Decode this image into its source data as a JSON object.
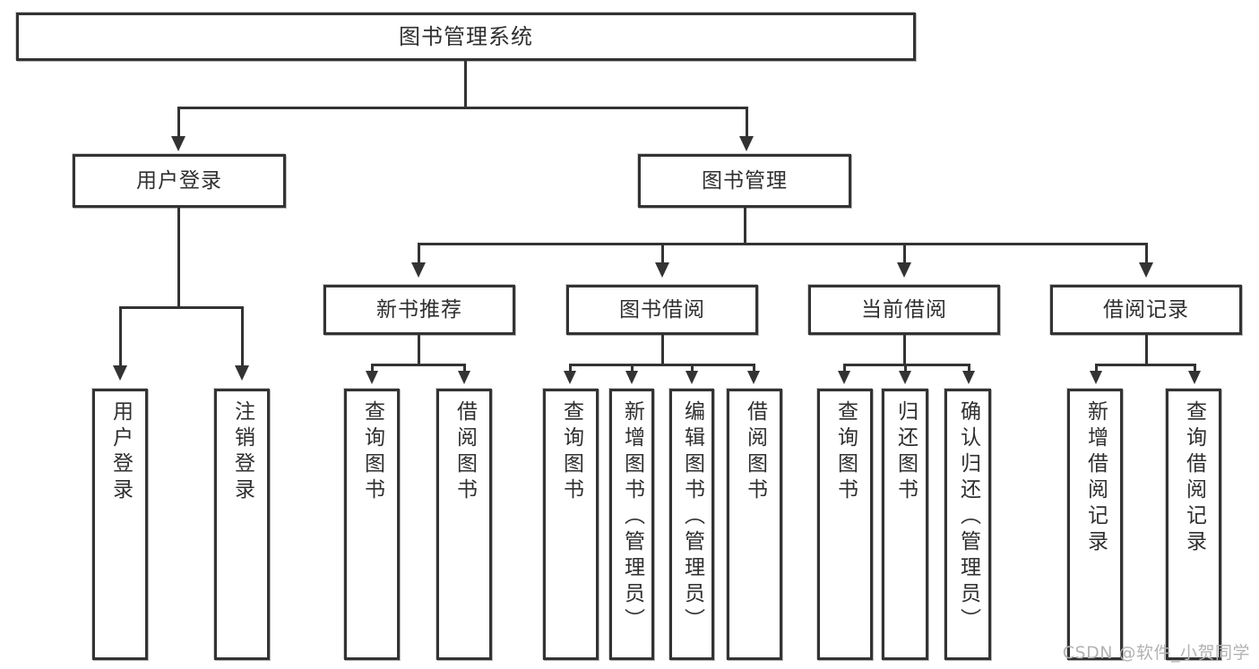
{
  "diagram": {
    "kind": "tree-hierarchy-chart",
    "root": {
      "label": "图书管理系统"
    },
    "level1": [
      {
        "label": "用户登录"
      },
      {
        "label": "图书管理"
      }
    ],
    "level2": [
      {
        "label": "新书推荐"
      },
      {
        "label": "图书借阅"
      },
      {
        "label": "当前借阅"
      },
      {
        "label": "借阅记录"
      }
    ],
    "leaves": {
      "user_login": [
        {
          "label": "用户登录"
        },
        {
          "label": "注销登录"
        }
      ],
      "new_book_recommend": [
        {
          "label": "查询图书"
        },
        {
          "label": "借阅图书"
        }
      ],
      "book_borrow": [
        {
          "label": "查询图书"
        },
        {
          "label": "新增图书（管理员）"
        },
        {
          "label": "编辑图书（管理员）"
        },
        {
          "label": "借阅图书"
        }
      ],
      "current_borrow": [
        {
          "label": "查询图书"
        },
        {
          "label": "归还图书"
        },
        {
          "label": "确认归还（管理员）"
        }
      ],
      "borrow_record": [
        {
          "label": "新增借阅记录"
        },
        {
          "label": "查询借阅记录"
        }
      ]
    }
  },
  "watermark": {
    "text": "CSDN @软件_小贺同学"
  },
  "colors": {
    "stroke": "#333333",
    "text": "#2f2f2f",
    "background": "#ffffff",
    "watermark": "#b3b3b3"
  }
}
